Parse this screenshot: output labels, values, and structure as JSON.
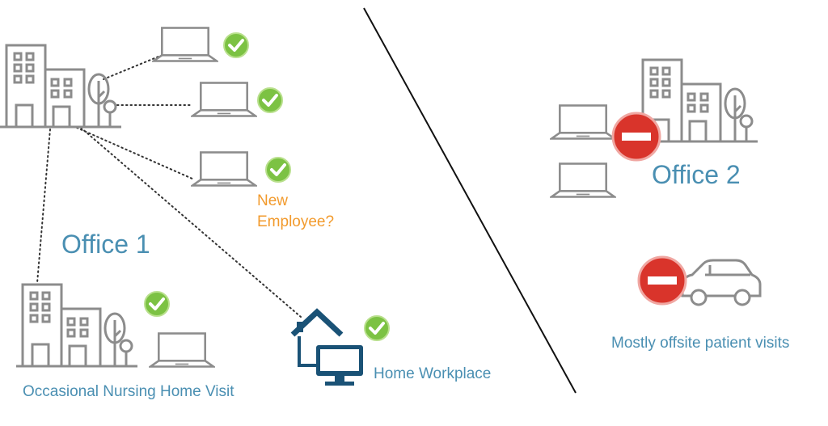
{
  "labels": {
    "office1": "Office 1",
    "office2": "Office 2",
    "new_employee_line1": "New",
    "new_employee_line2": "Employee?",
    "nursing_home": "Occasional Nursing Home Visit",
    "home_workplace": "Home Workplace",
    "offsite_visits": "Mostly offsite patient visits"
  },
  "icons": {
    "office_building": "office-building-icon",
    "laptop": "laptop-icon",
    "check": "check-badge-icon",
    "blocked": "no-entry-icon",
    "car": "car-icon",
    "home": "home-icon",
    "monitor": "monitor-icon"
  },
  "colors": {
    "accent_blue": "#4a8fb2",
    "question_orange": "#f29a2c",
    "check_green": "#7cc243",
    "blocked_red": "#d9342b",
    "outline_gray": "#8c8c8c",
    "home_navy": "#1a5276"
  }
}
